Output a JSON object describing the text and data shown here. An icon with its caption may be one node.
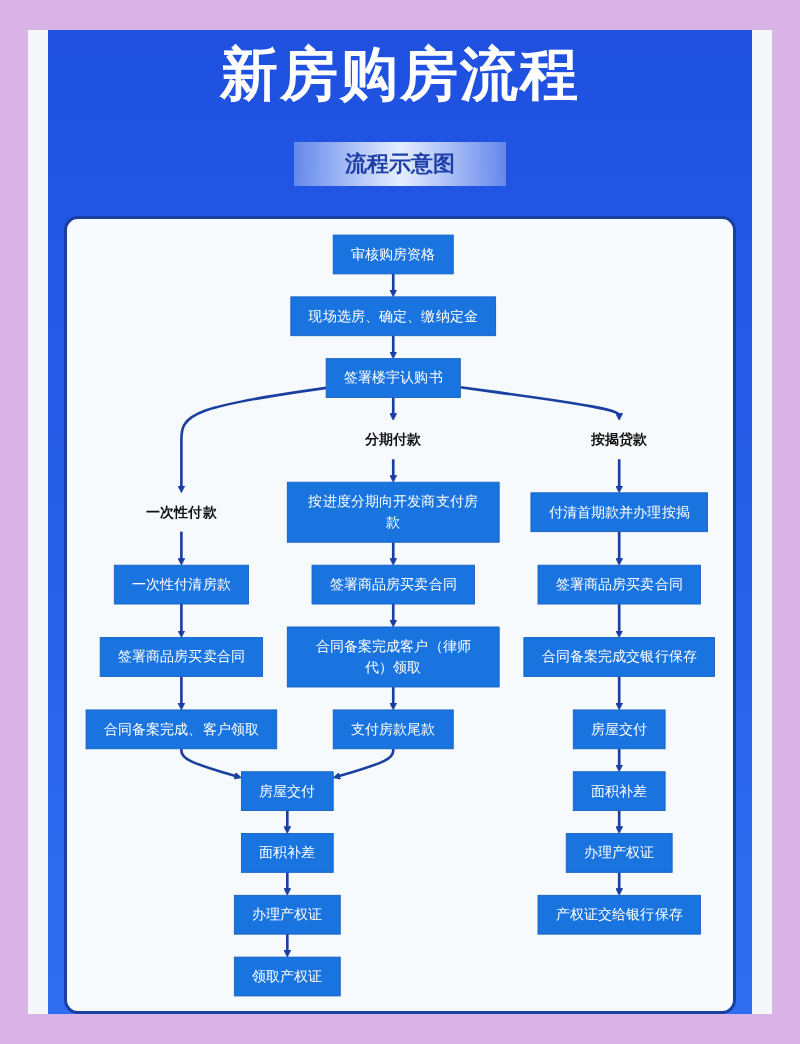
{
  "diagram": {
    "title": "新房购房流程",
    "nodes": [
      {
        "text": [
          "审核购房资格"
        ]
      },
      {
        "text": [
          "现场选房、确定、缴纳定金"
        ]
      },
      {
        "text": [
          "签署楼宇认购书"
        ]
      },
      {
        "text": [
          "一次性付款"
        ]
      },
      {
        "text": [
          "分期付款"
        ]
      },
      {
        "text": [
          "按揭贷款"
        ]
      },
      {
        "text": [
          "一次性付清房款"
        ]
      },
      {
        "text": [
          "签署商品房买卖合同"
        ]
      },
      {
        "text": [
          "合同备案完成、客户领取"
        ]
      },
      {
        "text": [
          "按进度分期向开发商支付房款"
        ]
      },
      {
        "text": [
          "签署商品房买卖合同"
        ]
      },
      {
        "text": [
          "合同备案完成客户（律师代）领取"
        ]
      },
      {
        "text": [
          "支付房款尾款"
        ]
      },
      {
        "text": [
          "房屋交付"
        ]
      },
      {
        "text": [
          "面积补差"
        ]
      },
      {
        "text": [
          "办理产权证"
        ]
      },
      {
        "text": [
          "领取产权证"
        ]
      },
      {
        "text": [
          "付清首期款并办理按揭"
        ]
      },
      {
        "text": [
          "签署商品房买卖合同"
        ]
      },
      {
        "text": [
          "合同备案完成交银行保存"
        ]
      },
      {
        "text": [
          "房屋交付"
        ]
      },
      {
        "text": [
          "面积补差"
        ]
      },
      {
        "text": [
          "办理产权证"
        ]
      },
      {
        "text": [
          "产权证交给银行保存"
        ]
      }
    ],
    "edges": [
      {
        "from": 0,
        "to": 1,
        "arrow": "to"
      },
      {
        "from": 1,
        "to": 2,
        "arrow": "to"
      },
      {
        "from": 2,
        "to": 3,
        "arrow": "to"
      },
      {
        "from": 2,
        "to": 4,
        "arrow": "to"
      },
      {
        "from": 2,
        "to": 5,
        "arrow": "to"
      },
      {
        "from": 3,
        "to": 6,
        "arrow": "to"
      },
      {
        "from": 6,
        "to": 7,
        "arrow": "to"
      },
      {
        "from": 7,
        "to": 8,
        "arrow": "to"
      },
      {
        "from": 8,
        "to": 13,
        "arrow": "to"
      },
      {
        "from": 4,
        "to": 9,
        "arrow": "to"
      },
      {
        "from": 9,
        "to": 10,
        "arrow": "to"
      },
      {
        "from": 10,
        "to": 11,
        "arrow": "to"
      },
      {
        "from": 11,
        "to": 12,
        "arrow": "to"
      },
      {
        "from": 12,
        "to": 13,
        "arrow": "to"
      },
      {
        "from": 13,
        "to": 14,
        "arrow": "to"
      },
      {
        "from": 14,
        "to": 15,
        "arrow": "to"
      },
      {
        "from": 15,
        "to": 16,
        "arrow": "to"
      },
      {
        "from": 5,
        "to": 17,
        "arrow": "to"
      },
      {
        "from": 17,
        "to": 18,
        "arrow": "to"
      },
      {
        "from": 18,
        "to": 19,
        "arrow": "to"
      },
      {
        "from": 19,
        "to": 20,
        "arrow": "to"
      },
      {
        "from": 20,
        "to": 21,
        "arrow": "to"
      },
      {
        "from": 21,
        "to": 22,
        "arrow": "to"
      },
      {
        "from": 22,
        "to": 23,
        "arrow": "to"
      }
    ],
    "labels": [
      "流程示意图"
    ]
  }
}
